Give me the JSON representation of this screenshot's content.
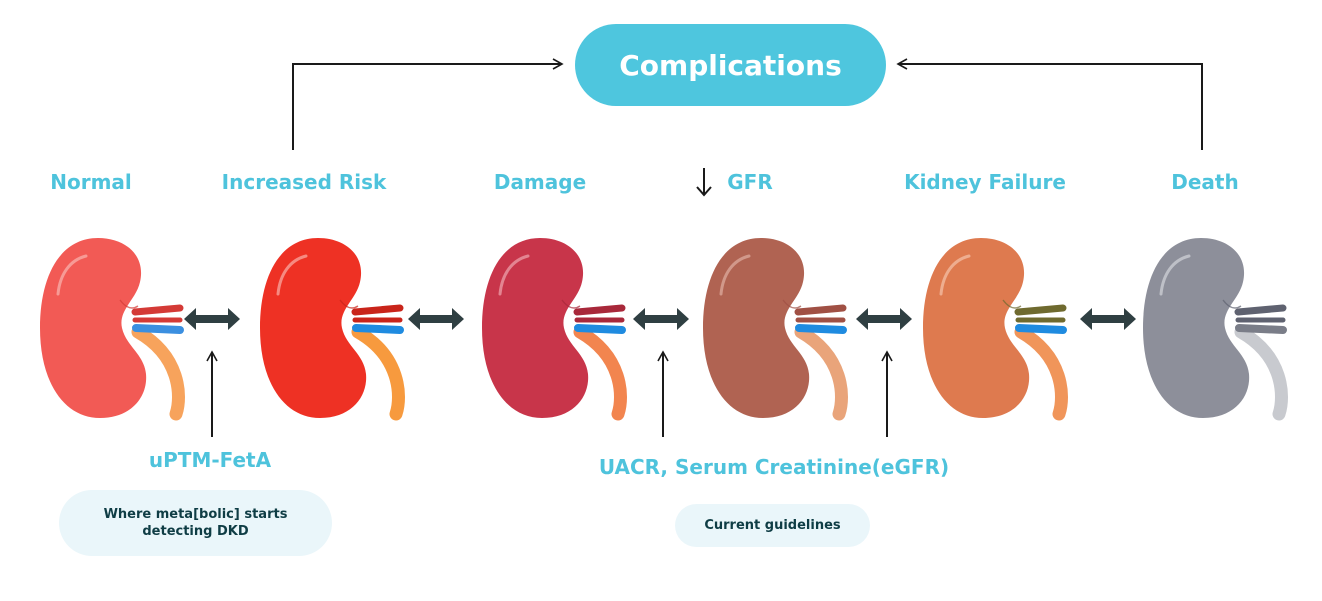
{
  "complications_label": "Complications",
  "stages": [
    {
      "label": "Normal",
      "kidney_color": "#f25a55",
      "highlight": "#f7a19c",
      "artery": "#d43a36",
      "vein": "#3b8fe0",
      "ureter": "#f7a35c"
    },
    {
      "label": "Increased Risk",
      "kidney_color": "#ee3124",
      "highlight": "#f6958c",
      "artery": "#c9241a",
      "vein": "#1f8be0",
      "ureter": "#f79a3e"
    },
    {
      "label": "Damage",
      "kidney_color": "#c8354a",
      "highlight": "#e58d99",
      "artery": "#a8283a",
      "vein": "#1f8be0",
      "ureter": "#f2854f"
    },
    {
      "label": "GFR",
      "kidney_color": "#b06352",
      "highlight": "#d59d90",
      "artery": "#a05044",
      "vein": "#1f8be0",
      "ureter": "#e9a47a"
    },
    {
      "label": "Kidney Failure",
      "kidney_color": "#de7a4f",
      "highlight": "#f0b396",
      "artery": "#6f6a2f",
      "vein": "#1f8be0",
      "ureter": "#f0955a"
    },
    {
      "label": "Death",
      "kidney_color": "#8d8f9a",
      "highlight": "#c3c5cc",
      "artery": "#5f6270",
      "vein": "#7a7d88",
      "ureter": "#c8cacf"
    }
  ],
  "gfr_prefix_symbol": "↓",
  "markers": {
    "uptm": "uPTM-FetA",
    "uacr": "UACR, Serum Creatinine(eGFR)"
  },
  "notes": {
    "metabolic": "Where meta[bolic] starts detecting DKD",
    "guidelines": "Current guidelines"
  },
  "colors": {
    "accent": "#4ec3dc",
    "arrow_dark": "#2f3f42",
    "line": "#1a1a1a",
    "note_bg": "#eaf6fa"
  }
}
